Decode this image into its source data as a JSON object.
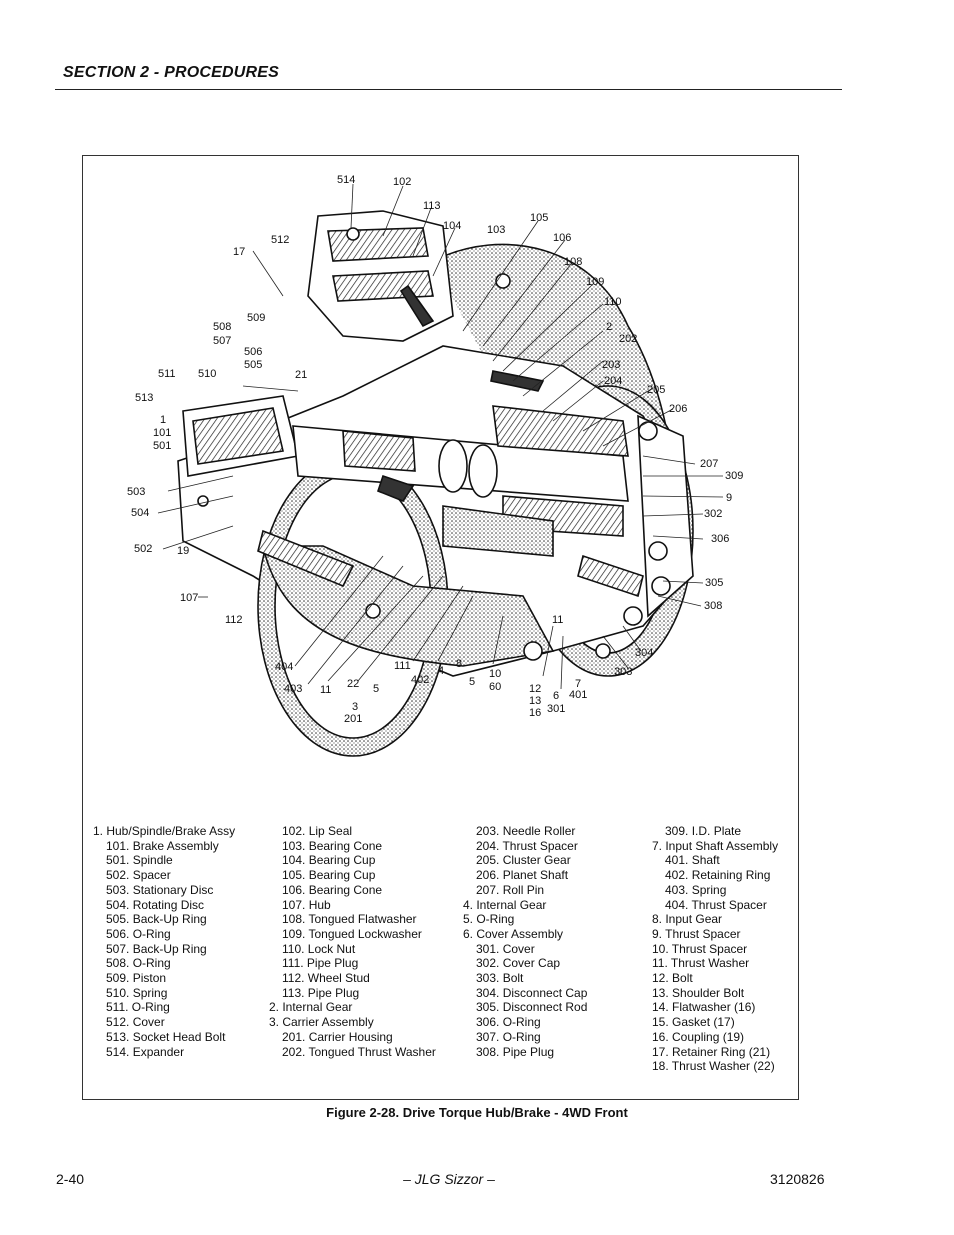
{
  "header": {
    "section_title": "SECTION 2 - PROCEDURES"
  },
  "figure": {
    "caption": "Figure 2-28.  Drive Torque Hub/Brake - 4WD Front",
    "callouts": [
      {
        "id": "c1",
        "text": "514"
      },
      {
        "id": "c2",
        "text": "102"
      },
      {
        "id": "c3",
        "text": "113"
      },
      {
        "id": "c4",
        "text": "104"
      },
      {
        "id": "c5",
        "text": "103"
      },
      {
        "id": "c6",
        "text": "105"
      },
      {
        "id": "c7",
        "text": "106"
      },
      {
        "id": "c8",
        "text": "108"
      },
      {
        "id": "c9",
        "text": "109"
      },
      {
        "id": "c10",
        "text": "110"
      },
      {
        "id": "c11",
        "text": "2"
      },
      {
        "id": "c12",
        "text": "202"
      },
      {
        "id": "c13",
        "text": "203"
      },
      {
        "id": "c14",
        "text": "204"
      },
      {
        "id": "c15",
        "text": "205"
      },
      {
        "id": "c16",
        "text": "206"
      },
      {
        "id": "c17",
        "text": "207"
      },
      {
        "id": "c18",
        "text": "309"
      },
      {
        "id": "c19",
        "text": "9"
      },
      {
        "id": "c20",
        "text": "302"
      },
      {
        "id": "c21",
        "text": "306"
      },
      {
        "id": "c22",
        "text": "305"
      },
      {
        "id": "c23",
        "text": "308"
      },
      {
        "id": "c24",
        "text": "304"
      },
      {
        "id": "c25",
        "text": "303"
      },
      {
        "id": "c26",
        "text": "512"
      },
      {
        "id": "c27",
        "text": "17"
      },
      {
        "id": "c28",
        "text": "509"
      },
      {
        "id": "c29",
        "text": "508"
      },
      {
        "id": "c30",
        "text": "507"
      },
      {
        "id": "c31",
        "text": "506"
      },
      {
        "id": "c32",
        "text": "505"
      },
      {
        "id": "c33",
        "text": "21"
      },
      {
        "id": "c34",
        "text": "511"
      },
      {
        "id": "c35",
        "text": "510"
      },
      {
        "id": "c36",
        "text": "513"
      },
      {
        "id": "c37",
        "text": "1"
      },
      {
        "id": "c38",
        "text": "101"
      },
      {
        "id": "c39",
        "text": "501"
      },
      {
        "id": "c40",
        "text": "503"
      },
      {
        "id": "c41",
        "text": "504"
      },
      {
        "id": "c42",
        "text": "502"
      },
      {
        "id": "c43",
        "text": "19"
      },
      {
        "id": "c44",
        "text": "107"
      },
      {
        "id": "c45",
        "text": "112"
      },
      {
        "id": "c46",
        "text": "404"
      },
      {
        "id": "c47",
        "text": "403"
      },
      {
        "id": "c48",
        "text": "11"
      },
      {
        "id": "c49",
        "text": "22"
      },
      {
        "id": "c50",
        "text": "5"
      },
      {
        "id": "c51",
        "text": "3"
      },
      {
        "id": "c52",
        "text": "201"
      },
      {
        "id": "c53",
        "text": "111"
      },
      {
        "id": "c54",
        "text": "402"
      },
      {
        "id": "c55",
        "text": "4"
      },
      {
        "id": "c56",
        "text": "8"
      },
      {
        "id": "c57",
        "text": "5"
      },
      {
        "id": "c58",
        "text": "10"
      },
      {
        "id": "c59",
        "text": "60"
      },
      {
        "id": "c60",
        "text": "12"
      },
      {
        "id": "c61",
        "text": "13"
      },
      {
        "id": "c62",
        "text": "16"
      },
      {
        "id": "c63",
        "text": "6"
      },
      {
        "id": "c64",
        "text": "301"
      },
      {
        "id": "c65",
        "text": "7"
      },
      {
        "id": "c66",
        "text": "401"
      },
      {
        "id": "c67",
        "text": "11"
      }
    ],
    "legend": {
      "col1": [
        "1. Hub/Spindle/Brake Assy",
        "101. Brake Assembly",
        "501. Spindle",
        "502. Spacer",
        "503. Stationary Disc",
        "504. Rotating Disc",
        "505. Back-Up Ring",
        "506. O-Ring",
        "507. Back-Up Ring",
        "508. O-Ring",
        "509. Piston",
        "510. Spring",
        "511. O-Ring",
        "512. Cover",
        "513. Socket Head Bolt",
        "514. Expander"
      ],
      "col2": [
        "102. Lip Seal",
        "103. Bearing Cone",
        "104. Bearing Cup",
        "105. Bearing Cup",
        "106. Bearing Cone",
        "107. Hub",
        "108. Tongued Flatwasher",
        "109. Tongued Lockwasher",
        "110. Lock Nut",
        "111. Pipe Plug",
        "112. Wheel Stud",
        "113. Pipe Plug",
        "2. Internal Gear",
        "3. Carrier Assembly",
        "201. Carrier Housing",
        "202. Tongued Thrust Washer"
      ],
      "col3": [
        "203. Needle Roller",
        "204. Thrust Spacer",
        "205. Cluster Gear",
        "206. Planet Shaft",
        "207. Roll Pin",
        "4. Internal Gear",
        "5. O-Ring",
        "6. Cover Assembly",
        "301. Cover",
        "302. Cover Cap",
        "303. Bolt",
        "304. Disconnect Cap",
        "305. Disconnect Rod",
        "306. O-Ring",
        "307. O-Ring",
        "308. Pipe Plug"
      ],
      "col4": [
        "309. I.D. Plate",
        "7. Input Shaft Assembly",
        "401. Shaft",
        "402. Retaining Ring",
        "403. Spring",
        "404. Thrust Spacer",
        "8. Input Gear",
        "9. Thrust Spacer",
        "10. Thrust Spacer",
        "11. Thrust Washer",
        "12. Bolt",
        "13. Shoulder Bolt",
        "14. Flatwasher (16)",
        "15. Gasket (17)",
        "16. Coupling (19)",
        "17. Retainer Ring (21)",
        "18. Thrust Washer (22)"
      ]
    }
  },
  "footer": {
    "page_number": "2-40",
    "center_text": "– JLG Sizzor –",
    "doc_number": "3120826"
  }
}
